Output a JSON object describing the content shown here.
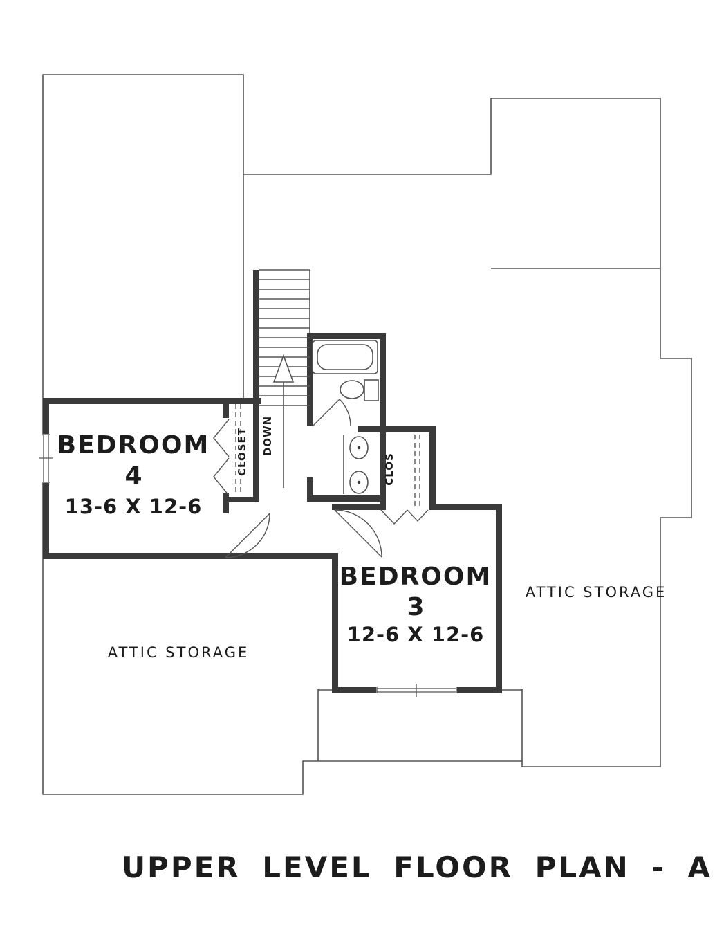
{
  "title": {
    "text": "UPPER LEVEL FLOOR PLAN - A"
  },
  "labels": {
    "bedroom4_name": "BEDROOM",
    "bedroom4_number": "4",
    "bedroom4_dims": "13-6 X 12-6",
    "bedroom3_name": "BEDROOM",
    "bedroom3_number": "3",
    "bedroom3_dims": "12-6 X 12-6",
    "attic_left": "ATTIC STORAGE",
    "attic_right": "ATTIC STORAGE",
    "closet_bedroom4": "CLOSET",
    "closet_hall": "CLOS",
    "stair_direction": "DOWN"
  },
  "colors": {
    "wall": "#3a3a3a",
    "line": "#555555",
    "text": "#1c1c1c",
    "background": "#ffffff"
  }
}
